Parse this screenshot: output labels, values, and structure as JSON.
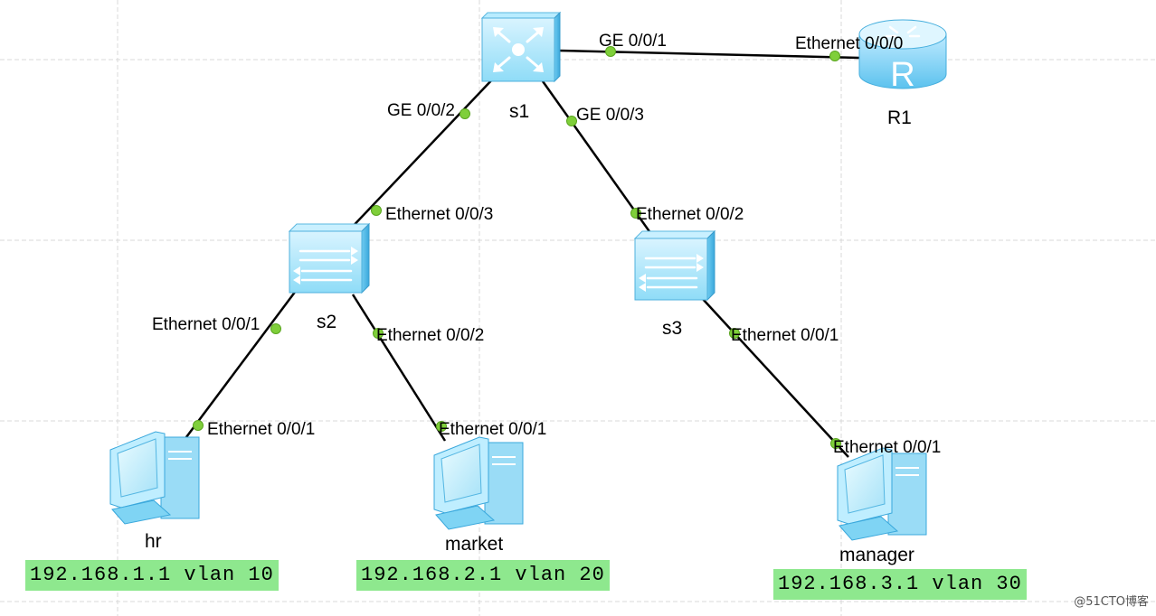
{
  "devices": {
    "s1": {
      "label": "s1",
      "icon": "core-switch-icon"
    },
    "r1": {
      "label": "R1",
      "icon": "router-icon"
    },
    "s2": {
      "label": "s2",
      "icon": "access-switch-icon"
    },
    "s3": {
      "label": "s3",
      "icon": "access-switch-icon"
    },
    "hr": {
      "label": "hr",
      "icon": "pc-icon"
    },
    "market": {
      "label": "market",
      "icon": "pc-icon"
    },
    "manager": {
      "label": "manager",
      "icon": "pc-icon"
    }
  },
  "ports": {
    "s1_ge1": "GE 0/0/1",
    "r1_e0": "Ethernet 0/0/0",
    "s1_ge2": "GE 0/0/2",
    "s1_ge3": "GE 0/0/3",
    "s2_e3": "Ethernet 0/0/3",
    "s3_e2": "Ethernet 0/0/2",
    "s2_e1": "Ethernet 0/0/1",
    "s2_e2": "Ethernet 0/0/2",
    "s3_e1": "Ethernet 0/0/1",
    "hr_e1": "Ethernet 0/0/1",
    "market_e1": "Ethernet 0/0/1",
    "manager_e1": "Ethernet 0/0/1"
  },
  "annotations": {
    "hr": "192.168.1.1 vlan 10",
    "market": "192.168.2.1 vlan 20",
    "manager": "192.168.3.1 vlan 30"
  },
  "watermark": "@51CTO博客",
  "colors": {
    "port_dot": "#7fcf3a",
    "annotation_bg": "#8ee88e",
    "device_light": "#c8efff",
    "device_mid": "#7fd4f4",
    "device_dark": "#3aa8dc"
  }
}
